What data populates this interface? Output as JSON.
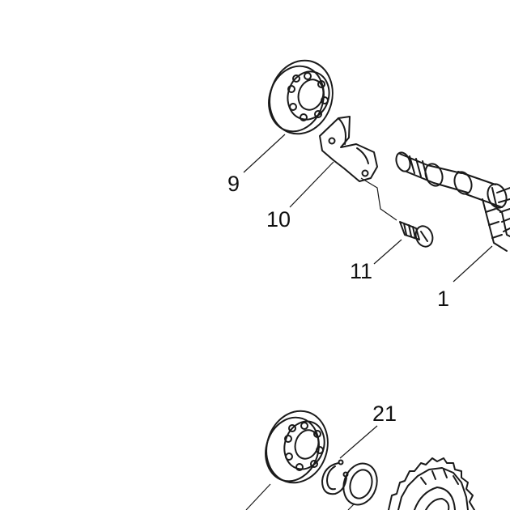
{
  "diagram": {
    "callouts": [
      {
        "id": "9",
        "text": "9"
      },
      {
        "id": "10",
        "text": "10"
      },
      {
        "id": "11",
        "text": "11"
      },
      {
        "id": "1",
        "text": "1"
      },
      {
        "id": "21",
        "text": "21"
      }
    ],
    "colors": {
      "ink": "#1a1a1a",
      "background": "#ffffff"
    }
  }
}
